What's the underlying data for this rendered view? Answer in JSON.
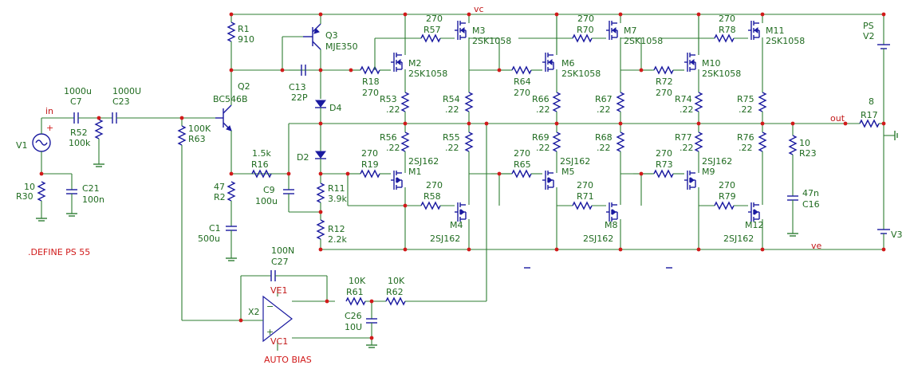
{
  "nets": {
    "vc": "vc",
    "ve": "ve",
    "in": "in",
    "out": "out",
    "ve1": "VE1",
    "vc1": "VC1"
  },
  "directive": ".DEFINE PS 55",
  "auto_bias": "AUTO BIAS",
  "sources": {
    "v1": "V1",
    "ps": "PS",
    "v2": "V2",
    "v3": "V3"
  },
  "components": {
    "r1": {
      "name": "R1",
      "value": "910"
    },
    "q3": {
      "name": "Q3",
      "value": "MJE350"
    },
    "q2": {
      "name": "Q2",
      "value": "BC546B"
    },
    "r63": {
      "name": "R63",
      "value": "100K"
    },
    "c7": {
      "name": "C7",
      "value": "1000u"
    },
    "c23": {
      "name": "C23",
      "value": "1000U"
    },
    "r52": {
      "name": "R52",
      "value": "100k"
    },
    "r30": {
      "name": "R30",
      "value": "10"
    },
    "c21": {
      "name": "C21",
      "value": "100n"
    },
    "c13": {
      "name": "C13",
      "value": "22P"
    },
    "d4": {
      "name": "D4"
    },
    "d2": {
      "name": "D2"
    },
    "r16": {
      "name": "R16",
      "value": "1.5k"
    },
    "r2": {
      "name": "R2",
      "value": "47"
    },
    "c1": {
      "name": "C1",
      "value": "500u"
    },
    "c9": {
      "name": "C9",
      "value": "100u"
    },
    "r11": {
      "name": "R11",
      "value": "3.9k"
    },
    "r12": {
      "name": "R12",
      "value": "2.2k"
    },
    "c27": {
      "name": "C27",
      "value": "100N"
    },
    "x2": {
      "name": "X2"
    },
    "r61": {
      "name": "R61",
      "value": "10K"
    },
    "r62": {
      "name": "R62",
      "value": "10K"
    },
    "c26": {
      "name": "C26",
      "value": "10U"
    },
    "r57": {
      "name": "R57",
      "value": "270"
    },
    "m3": {
      "name": "M3",
      "value": "2SK1058"
    },
    "m2": {
      "name": "M2",
      "value": "2SK1058"
    },
    "r18": {
      "name": "R18",
      "value": "270"
    },
    "r53": {
      "name": "R53",
      "value": ".22"
    },
    "r54": {
      "name": "R54",
      "value": ".22"
    },
    "r56": {
      "name": "R56",
      "value": ".22"
    },
    "r55": {
      "name": "R55",
      "value": ".22"
    },
    "r19": {
      "name": "R19",
      "value": "270"
    },
    "m1": {
      "name": "M1",
      "value": "2SJ162"
    },
    "r58": {
      "name": "R58",
      "value": "270"
    },
    "m4": {
      "name": "M4",
      "value": "2SJ162"
    },
    "r70": {
      "name": "R70",
      "value": "270"
    },
    "m7": {
      "name": "M7",
      "value": "2SK1058"
    },
    "m6": {
      "name": "M6",
      "value": "2SK1058"
    },
    "r64": {
      "name": "R64",
      "value": "270"
    },
    "r66": {
      "name": "R66",
      "value": ".22"
    },
    "r67": {
      "name": "R67",
      "value": ".22"
    },
    "r69": {
      "name": "R69",
      "value": ".22"
    },
    "r68": {
      "name": "R68",
      "value": ".22"
    },
    "r65": {
      "name": "R65",
      "value": "270"
    },
    "m5": {
      "name": "M5",
      "value": "2SJ162"
    },
    "r71": {
      "name": "R71",
      "value": "270"
    },
    "m8": {
      "name": "M8",
      "value": "2SJ162"
    },
    "r78": {
      "name": "R78",
      "value": "270"
    },
    "m11": {
      "name": "M11",
      "value": "2SK1058"
    },
    "m10": {
      "name": "M10",
      "value": "2SK1058"
    },
    "r72": {
      "name": "R72",
      "value": "270"
    },
    "r74": {
      "name": "R74",
      "value": ".22"
    },
    "r75": {
      "name": "R75",
      "value": ".22"
    },
    "r77": {
      "name": "R77",
      "value": ".22"
    },
    "r76": {
      "name": "R76",
      "value": ".22"
    },
    "r73": {
      "name": "R73",
      "value": "270"
    },
    "m9": {
      "name": "M9",
      "value": "2SJ162"
    },
    "r79": {
      "name": "R79",
      "value": "270"
    },
    "m12": {
      "name": "M12",
      "value": "2SJ162"
    },
    "r23": {
      "name": "R23",
      "value": "10"
    },
    "c16": {
      "name": "C16",
      "value": "47n"
    },
    "r17": {
      "name": "R17",
      "value": "8"
    }
  }
}
